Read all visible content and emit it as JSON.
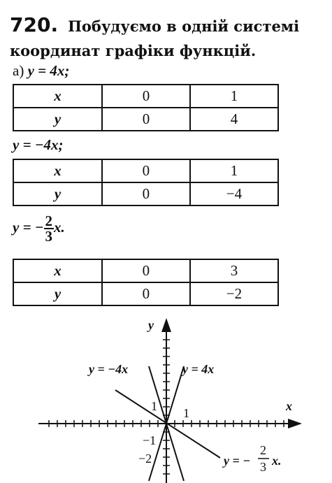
{
  "problem": {
    "number": "720.",
    "text": "Побудуємо в одній системі координат графіки функцій."
  },
  "part_a_prefix": "а)",
  "functions": [
    {
      "label": "y = 4x;",
      "x_header": "x",
      "y_header": "y",
      "x": [
        "0",
        "1"
      ],
      "y": [
        "0",
        "4"
      ]
    },
    {
      "label": "y = −4x;",
      "x_header": "x",
      "y_header": "y",
      "x": [
        "0",
        "1"
      ],
      "y": [
        "0",
        "−4"
      ]
    },
    {
      "label_left": "y = −",
      "label_num": "2",
      "label_den": "3",
      "label_right": "x.",
      "x_header": "x",
      "y_header": "y",
      "x": [
        "0",
        "3"
      ],
      "y": [
        "0",
        "−2"
      ]
    }
  ],
  "graph": {
    "axis_x": "x",
    "axis_y": "y",
    "tick_x_1": "1",
    "tick_y_1": "1",
    "tick_y_neg1": "−1",
    "tick_y_neg2": "−2",
    "label_neg4x": "y = −4x",
    "label_4x": "y = 4x",
    "label_frac_left": "y = −",
    "label_frac_num": "2",
    "label_frac_den": "3",
    "label_frac_right": "x."
  }
}
